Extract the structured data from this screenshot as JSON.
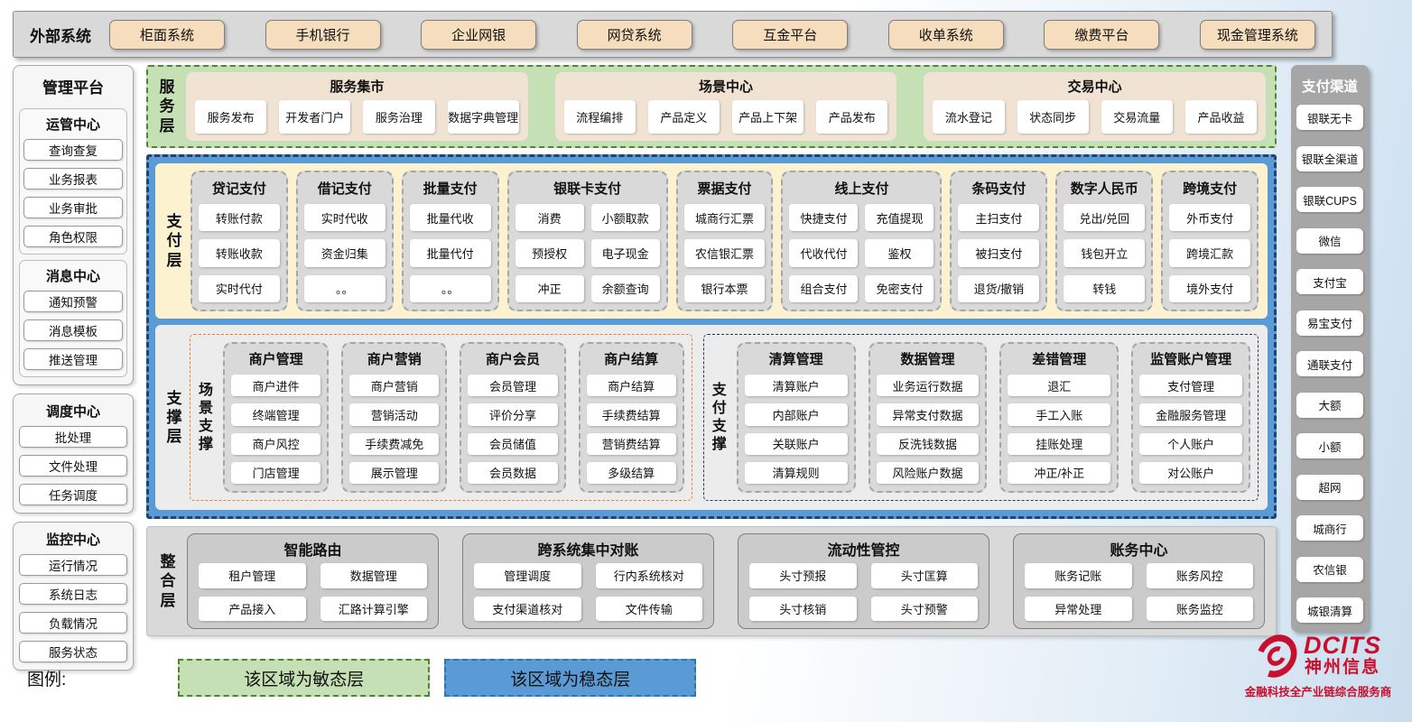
{
  "external_systems": {
    "label": "外部系统",
    "items": [
      "柜面系统",
      "手机银行",
      "企业网银",
      "网贷系统",
      "互金平台",
      "收单系统",
      "缴费平台",
      "现金管理系统"
    ]
  },
  "management_platform": {
    "title": "管理平台",
    "groups": [
      {
        "title": "运管中心",
        "items": [
          "查询查复",
          "业务报表",
          "业务审批",
          "角色权限"
        ]
      },
      {
        "title": "消息中心",
        "items": [
          "通知预警",
          "消息模板",
          "推送管理"
        ]
      },
      {
        "title": "调度中心",
        "items": [
          "批处理",
          "文件处理",
          "任务调度"
        ]
      },
      {
        "title": "监控中心",
        "items": [
          "运行情况",
          "系统日志",
          "负载情况",
          "服务状态"
        ]
      }
    ]
  },
  "service_layer": {
    "label": "服务层",
    "panels": [
      {
        "title": "服务集市",
        "items": [
          "服务发布",
          "开发者门户",
          "服务治理",
          "数据字典管理"
        ]
      },
      {
        "title": "场景中心",
        "items": [
          "流程编排",
          "产品定义",
          "产品上下架",
          "产品发布"
        ]
      },
      {
        "title": "交易中心",
        "items": [
          "流水登记",
          "状态同步",
          "交易流量",
          "产品收益"
        ]
      }
    ]
  },
  "payment_layer": {
    "label": "支付层",
    "columns": [
      {
        "title": "贷记支付",
        "items": [
          "转账付款",
          "转账收款",
          "实时代付"
        ]
      },
      {
        "title": "借记支付",
        "items": [
          "实时代收",
          "资金归集",
          "。。"
        ]
      },
      {
        "title": "批量支付",
        "items": [
          "批量代收",
          "批量代付",
          "。。"
        ]
      },
      {
        "title": "银联卡支付",
        "items": [
          "消费",
          "小额取款",
          "预授权",
          "电子现金",
          "冲正",
          "余额查询"
        ]
      },
      {
        "title": "票据支付",
        "items": [
          "城商行汇票",
          "农信银汇票",
          "银行本票"
        ]
      },
      {
        "title": "线上支付",
        "items": [
          "快捷支付",
          "充值提现",
          "代收代付",
          "鉴权",
          "组合支付",
          "免密支付"
        ]
      },
      {
        "title": "条码支付",
        "items": [
          "主扫支付",
          "被扫支付",
          "退货/撤销"
        ]
      },
      {
        "title": "数字人民币",
        "items": [
          "兑出/兑回",
          "钱包开立",
          "转钱"
        ]
      },
      {
        "title": "跨境支付",
        "items": [
          "外币支付",
          "跨境汇款",
          "境外支付"
        ]
      }
    ]
  },
  "support_layer": {
    "label": "支撑层",
    "sections": [
      {
        "label": "场景支撑",
        "groups": [
          {
            "title": "商户管理",
            "items": [
              "商户进件",
              "终端管理",
              "商户风控",
              "门店管理"
            ]
          },
          {
            "title": "商户营销",
            "items": [
              "商户营销",
              "营销活动",
              "手续费减免",
              "展示管理"
            ]
          },
          {
            "title": "商户会员",
            "items": [
              "会员管理",
              "评价分享",
              "会员储值",
              "会员数据"
            ]
          },
          {
            "title": "商户结算",
            "items": [
              "商户结算",
              "手续费结算",
              "营销费结算",
              "多级结算"
            ]
          }
        ]
      },
      {
        "label": "支付支撑",
        "groups": [
          {
            "title": "清算管理",
            "items": [
              "清算账户",
              "内部账户",
              "关联账户",
              "清算规则"
            ]
          },
          {
            "title": "数据管理",
            "items": [
              "业务运行数据",
              "异常支付数据",
              "反洗钱数据",
              "风险账户数据"
            ]
          },
          {
            "title": "差错管理",
            "items": [
              "退汇",
              "手工入账",
              "挂账处理",
              "冲正/补正"
            ]
          },
          {
            "title": "监管账户管理",
            "items": [
              "支付管理",
              "金融服务管理",
              "个人账户",
              "对公账户"
            ]
          }
        ]
      }
    ]
  },
  "integration_layer": {
    "label": "整合层",
    "panels": [
      {
        "title": "智能路由",
        "items": [
          "租户管理",
          "数据管理",
          "产品接入",
          "汇路计算引擎"
        ]
      },
      {
        "title": "跨系统集中对账",
        "items": [
          "管理调度",
          "行内系统核对",
          "支付渠道核对",
          "文件传输"
        ]
      },
      {
        "title": "流动性管控",
        "items": [
          "头寸预报",
          "头寸匡算",
          "头寸核销",
          "头寸预警"
        ]
      },
      {
        "title": "账务中心",
        "items": [
          "账务记账",
          "账务风控",
          "异常处理",
          "账务监控"
        ]
      }
    ]
  },
  "payment_channels": {
    "title": "支付渠道",
    "items": [
      "银联无卡",
      "银联全渠道",
      "银联CUPS",
      "微信",
      "支付宝",
      "易宝支付",
      "通联支付",
      "大额",
      "小额",
      "超网",
      "城商行",
      "农信银",
      "城银清算"
    ]
  },
  "legend": {
    "label": "图例:",
    "items": [
      {
        "text": "该区域为敏态层",
        "color": "#c5e0b4"
      },
      {
        "text": "该区域为稳态层",
        "color": "#5b9bd5"
      }
    ]
  },
  "logo": {
    "name": "DCITS",
    "cn": "神州信息",
    "tagline": "金融科技全产业链综合服务商",
    "color": "#c8102e"
  },
  "colors": {
    "agile_green": "#c5e0b4",
    "stable_blue": "#5b9bd5",
    "payment_yellow": "#fdf2d0",
    "scene_orange_border": "#ed7d31",
    "paysupport_navy_border": "#1f3864",
    "external_button_tan": "#f6ddbd",
    "brand_red": "#c8102e"
  }
}
